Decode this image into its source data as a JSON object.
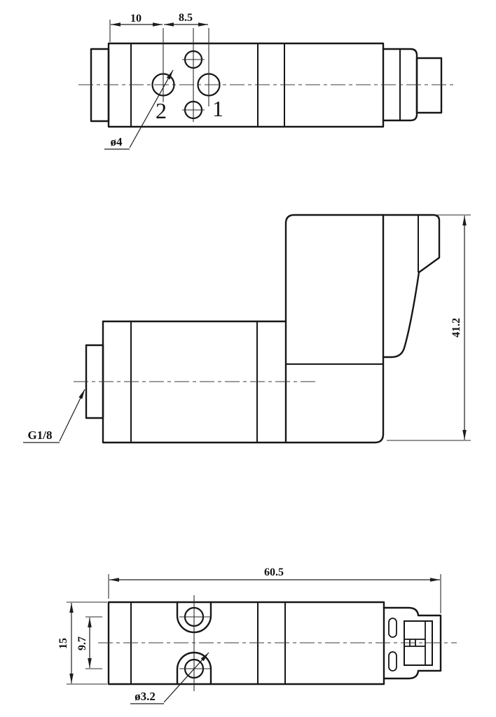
{
  "drawing": {
    "colors": {
      "background": "#ffffff",
      "line": "#161616"
    },
    "views": {
      "top": {
        "dim_port_offset": "10",
        "dim_hole_spacing": "8.5",
        "port_label_2": "2",
        "port_label_1": "1",
        "hole_diameter_label": "ø4"
      },
      "side": {
        "dim_overall_height": "41.2",
        "port_thread_label": "G1/8"
      },
      "bottom": {
        "dim_overall_length": "60.5",
        "dim_body_width": "15",
        "dim_hole_spacing": "9.7",
        "hole_diameter_label": "ø3.2"
      }
    }
  }
}
